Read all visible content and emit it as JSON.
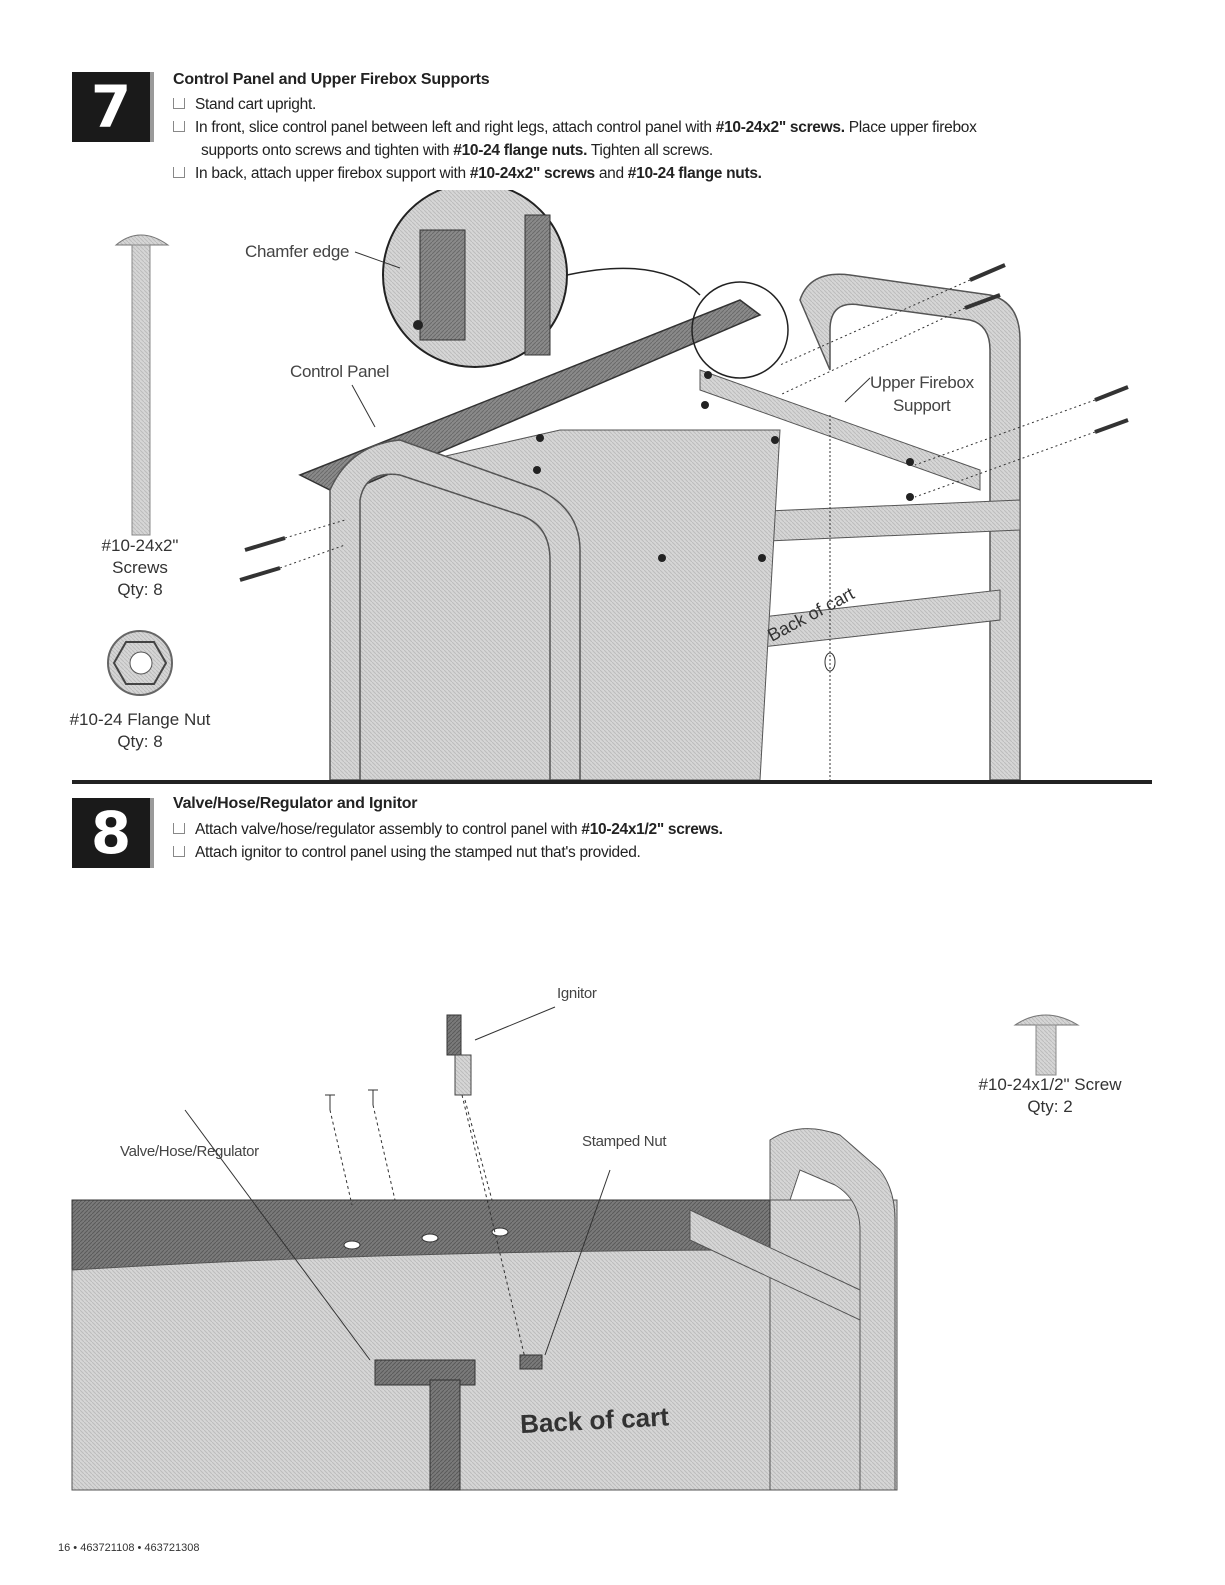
{
  "step7": {
    "number": "7",
    "title": "Control Panel and Upper Firebox Supports",
    "line1": "Stand cart upright.",
    "line2_a": "In front, slice control panel between left and right legs,  attach control panel with ",
    "line2_b": "#10-24x2\" screws.",
    "line2_c": " Place upper firebox",
    "line3_a": "supports onto screws and tighten with ",
    "line3_b": "#10-24 flange nuts.",
    "line3_c": " Tighten all screws.",
    "line4_a": "In back, attach upper firebox support with ",
    "line4_b": "#10-24x2\" screws",
    "line4_c": " and ",
    "line4_d": "#10-24 flange nuts.",
    "labels": {
      "chamfer": "Chamfer edge",
      "control_panel": "Control Panel",
      "upper_firebox_1": "Upper Firebox",
      "upper_firebox_2": "Support",
      "back_of_cart": "Back of cart"
    },
    "screw_part": {
      "name": "#10-24x2\"",
      "type": "Screws",
      "qty": "Qty: 8"
    },
    "nut_part": {
      "name": "#10-24 Flange Nut",
      "qty": "Qty: 8"
    }
  },
  "step8": {
    "number": "8",
    "title": "Valve/Hose/Regulator and Ignitor",
    "line1_a": "Attach valve/hose/regulator assembly to control panel with ",
    "line1_b": "#10-24x1/2\" screws.",
    "line2": "Attach ignitor to control panel using the stamped nut that's provided.",
    "labels": {
      "ignitor": "Ignitor",
      "stamped_nut": "Stamped Nut",
      "valve": "Valve/Hose/Regulator",
      "back_of_cart": "Back of cart"
    },
    "screw_part": {
      "name": "#10-24x1/2\" Screw",
      "qty": "Qty: 2"
    }
  },
  "footer": "16 • 463721108 • 463721308"
}
